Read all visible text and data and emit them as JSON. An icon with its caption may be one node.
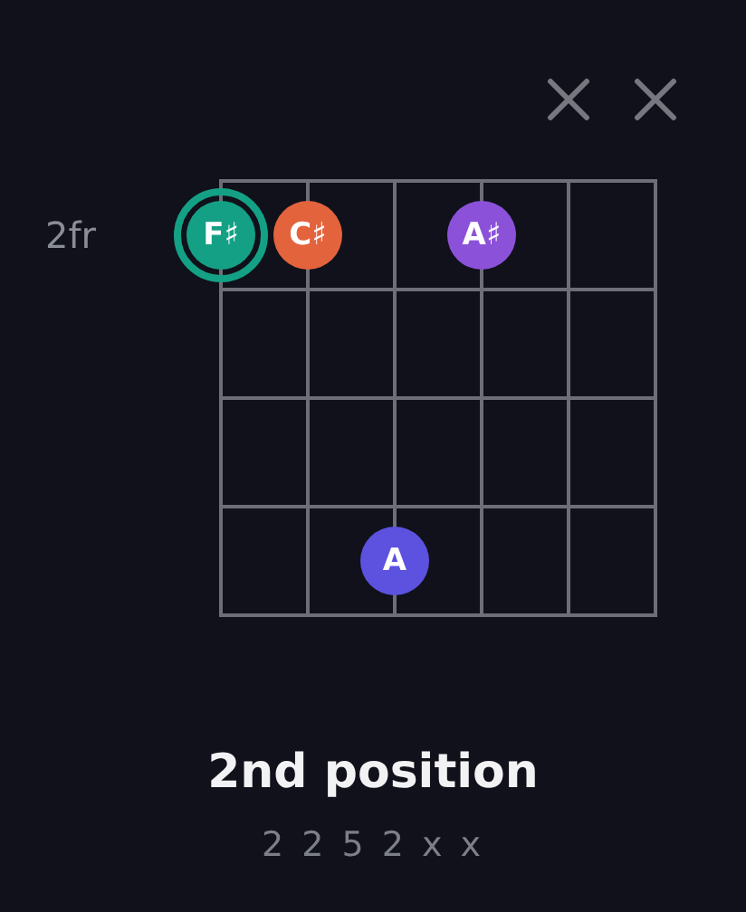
{
  "diagram": {
    "title": "2nd position",
    "nodes": [
      {
        "text": [
          "F♯"
        ]
      },
      {
        "text": [
          "C♯"
        ]
      },
      {
        "text": [
          "A♯"
        ]
      },
      {
        "text": [
          "A"
        ]
      }
    ],
    "labels": [
      "2fr",
      "2 2 5 2 x x"
    ]
  }
}
